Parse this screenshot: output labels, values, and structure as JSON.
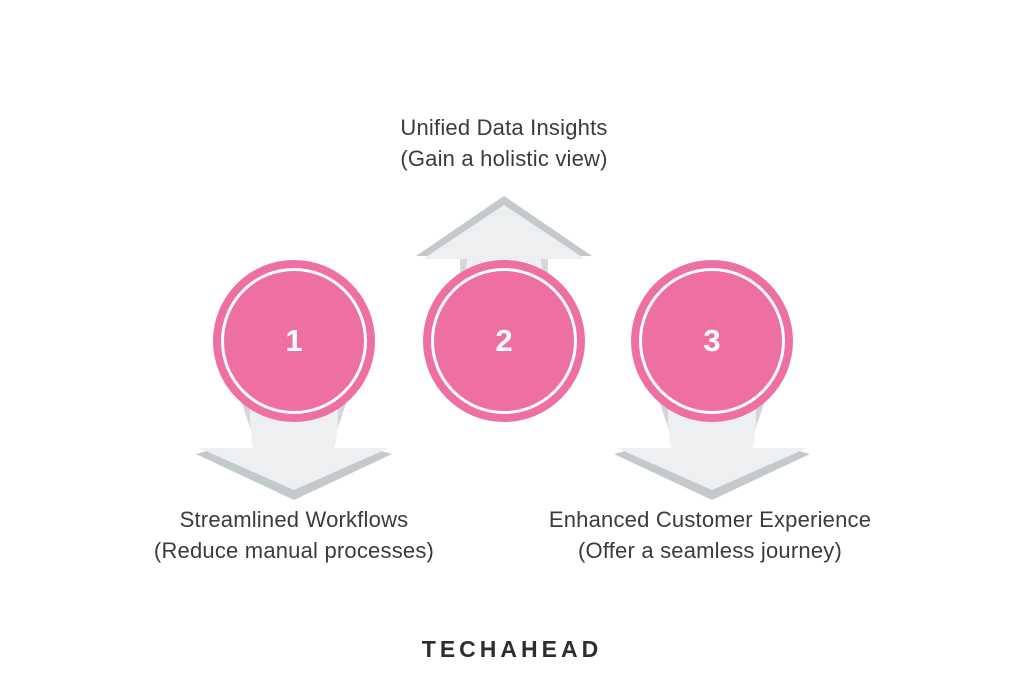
{
  "canvas": {
    "background": "#ffffff"
  },
  "diagram": {
    "steps": [
      {
        "number": "1",
        "arrow_direction": "down",
        "label_line1": "Streamlined Workflows",
        "label_line2": "(Reduce manual processes)"
      },
      {
        "number": "2",
        "arrow_direction": "up",
        "label_line1": "Unified Data Insights",
        "label_line2": "(Gain a holistic view)"
      },
      {
        "number": "3",
        "arrow_direction": "down",
        "label_line1": "Enhanced Customer Experience",
        "label_line2": "(Offer a seamless journey)"
      }
    ],
    "colors": {
      "circle_fill": "#ee6fa2",
      "circle_ring": "#ffffff",
      "number_text": "#ffffff",
      "arrow_light": "#edeff0",
      "arrow_mid": "#d3d7d9",
      "arrow_dark": "#c4c9cc",
      "label_text": "#3b3b3b",
      "logo_color": "#2e2e2e"
    }
  },
  "footer": {
    "logo_text": "TECHAHEAD"
  }
}
